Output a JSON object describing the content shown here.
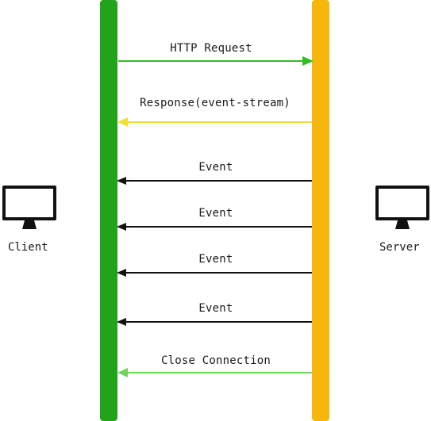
{
  "participants": {
    "client": {
      "label": "Client",
      "icon": "monitor-icon",
      "color": "#22a41a"
    },
    "server": {
      "label": "Server",
      "icon": "monitor-icon",
      "color": "#f6b60b"
    }
  },
  "messages": [
    {
      "label": "HTTP Request",
      "direction": "client-to-server",
      "color": "#2fbf22"
    },
    {
      "label": "Response(event-stream)",
      "direction": "server-to-client",
      "color": "#f0e035"
    },
    {
      "label": "Event",
      "direction": "server-to-client",
      "color": "#111111"
    },
    {
      "label": "Event",
      "direction": "server-to-client",
      "color": "#111111"
    },
    {
      "label": "Event",
      "direction": "server-to-client",
      "color": "#111111"
    },
    {
      "label": "Event",
      "direction": "server-to-client",
      "color": "#111111"
    },
    {
      "label": "Close Connection",
      "direction": "server-to-client",
      "color": "#6fd35a"
    }
  ]
}
